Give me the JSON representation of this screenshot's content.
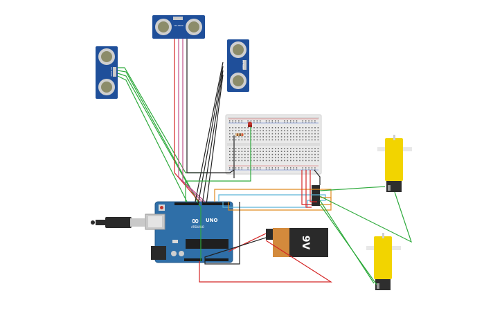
{
  "circuit": {
    "arduino": {
      "logo": "∞",
      "brand": "UNO",
      "model": "ARDUINO"
    },
    "battery": {
      "label": "9V"
    },
    "sensors": [
      {
        "name": "HC-SR04"
      },
      {
        "name": "HC-SR04"
      },
      {
        "name": "HC-SR04"
      }
    ],
    "colors": {
      "wire_green": "#2eaa3c",
      "wire_red": "#d42424",
      "wire_black": "#222222",
      "wire_orange": "#e08a1e",
      "wire_blue": "#5ab4d8",
      "wire_pink": "#c0508a",
      "board_blue": "#2f6fa8",
      "sensor_blue": "#1f4f9a",
      "motor_yellow": "#f2d400",
      "battery_orange": "#d38a3c",
      "battery_black": "#2a2a2a"
    }
  }
}
